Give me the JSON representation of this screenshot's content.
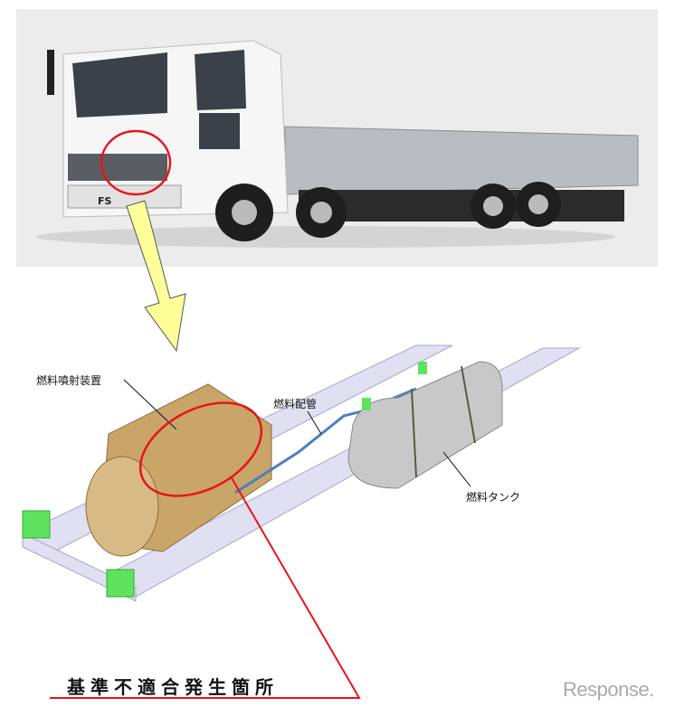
{
  "labels": {
    "fuel_injection": "燃料噴射装置",
    "fuel_piping": "燃料配管",
    "fuel_tank": "燃料タンク",
    "defect_location": "基準不適合発生箇所"
  },
  "truck_badge": "FS",
  "watermark": "Response.",
  "colors": {
    "highlight": "#e8141b",
    "arrow": "#ffff99",
    "engine": "#c9a56a",
    "frame": "#dcdcf0",
    "tank": "#c8c8c8",
    "bracket": "#5fe35f"
  }
}
